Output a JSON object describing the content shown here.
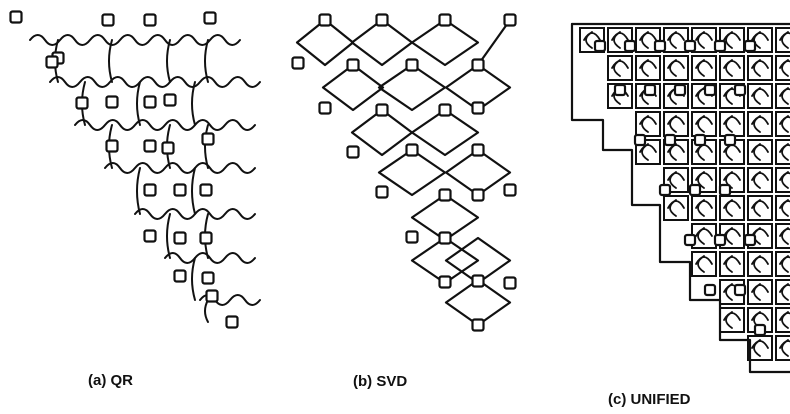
{
  "figure": {
    "panels": [
      {
        "id": "a",
        "caption": "(a) QR"
      },
      {
        "id": "b",
        "caption": "(b) SVD"
      },
      {
        "id": "c",
        "caption": "(c) UNIFIED"
      }
    ],
    "colors": {
      "ink": "#111111",
      "background": "#ffffff"
    }
  }
}
